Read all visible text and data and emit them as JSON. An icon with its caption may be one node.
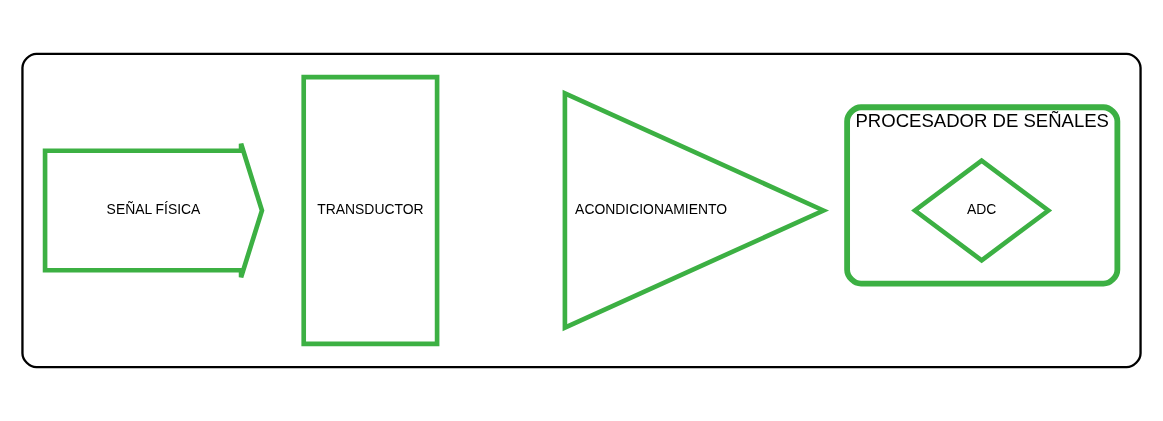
{
  "diagram": {
    "nodes": [
      {
        "text": [],
        "shape": "box"
      },
      {
        "text": [
          "SEÑAL FÍSICA"
        ],
        "in": 0
      },
      {
        "text": [
          "TRANSDUCTOR"
        ],
        "in": 0
      },
      {
        "text": [
          "ACONDICIONAMIENTO"
        ],
        "in": 0
      },
      {
        "text": [
          "PROCESADOR DE SEÑALES"
        ],
        "in": 0
      },
      {
        "text": [
          "ADC"
        ],
        "in": 4
      }
    ],
    "edges": []
  }
}
